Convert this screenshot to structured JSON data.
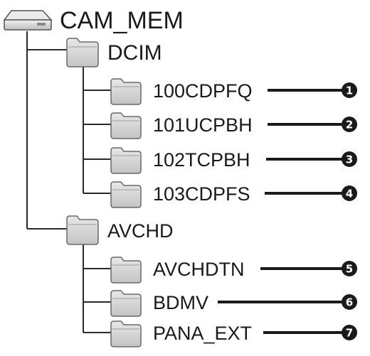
{
  "root": {
    "label": "CAM_MEM",
    "icon": "memory-card-icon"
  },
  "folders": [
    {
      "label": "DCIM",
      "icon": "folder-icon",
      "children": [
        {
          "label": "100CDPFQ",
          "callout": "1"
        },
        {
          "label": "101UCPBH",
          "callout": "2"
        },
        {
          "label": "102TCPBH",
          "callout": "3"
        },
        {
          "label": "103CDPFS",
          "callout": "4"
        }
      ]
    },
    {
      "label": "AVCHD",
      "icon": "folder-icon",
      "children": [
        {
          "label": "AVCHDTN",
          "callout": "5"
        },
        {
          "label": "BDMV",
          "callout": "6"
        },
        {
          "label": "PANA_EXT",
          "callout": "7"
        }
      ]
    }
  ],
  "colors": {
    "line": "#2a2a2a",
    "folder_fill": "#d6d6d6",
    "folder_stroke": "#6a6a6a",
    "badge": "#1a1a1a"
  }
}
